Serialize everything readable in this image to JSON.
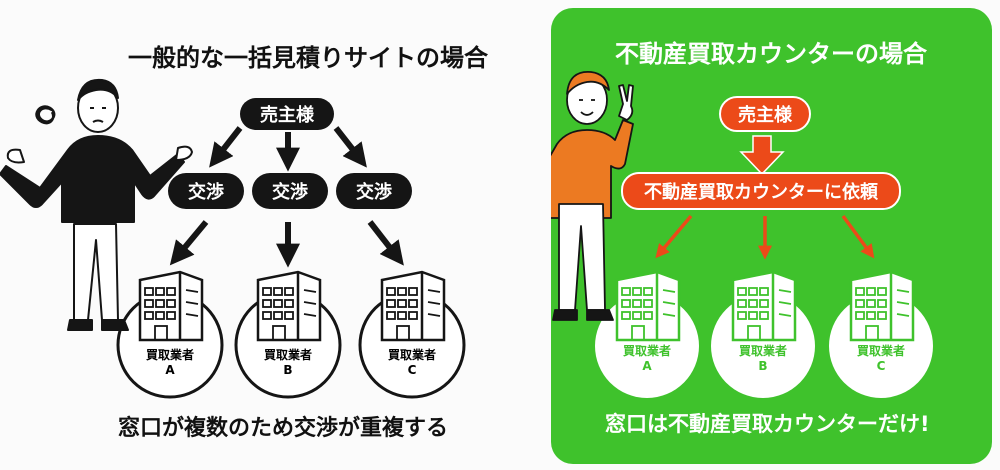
{
  "left": {
    "title": "一般的な一括見積りサイトの場合",
    "seller": "売主様",
    "negotiations": [
      "交渉",
      "交渉",
      "交渉"
    ],
    "buyers": [
      {
        "name": "買取業者",
        "letter": "A"
      },
      {
        "name": "買取業者",
        "letter": "B"
      },
      {
        "name": "買取業者",
        "letter": "C"
      }
    ],
    "bottom_text": "窓口が複数のため交渉が重複する"
  },
  "right": {
    "title": "不動産買取カウンターの場合",
    "seller": "売主様",
    "request": "不動産買取カウンターに依頼",
    "buyers": [
      {
        "name": "買取業者",
        "letter": "A"
      },
      {
        "name": "買取業者",
        "letter": "B"
      },
      {
        "name": "買取業者",
        "letter": "C"
      }
    ],
    "bottom_text": "窓口は不動産買取カウンターだけ!"
  },
  "colors": {
    "green": "#3fc22c",
    "orange_red": "#ec4a19",
    "dark": "#151515"
  }
}
